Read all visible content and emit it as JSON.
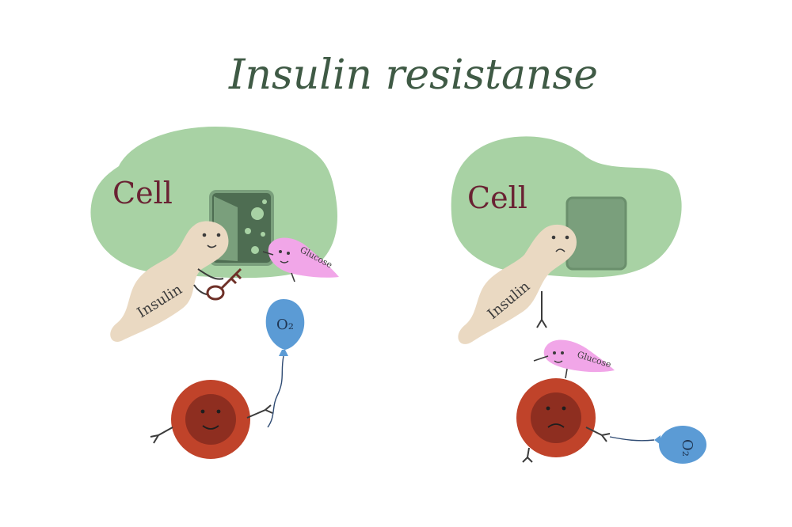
{
  "title": "Insulin resistanse",
  "panels": [
    {
      "cell_label": "Cell",
      "insulin_label": "Insulin",
      "glucose_label": "Glucose",
      "oxygen_label": "O₂",
      "door_state": "open",
      "mood": "happy"
    },
    {
      "cell_label": "Cell",
      "insulin_label": "Insulin",
      "glucose_label": "Glucose",
      "oxygen_label": "O₂",
      "door_state": "closed",
      "mood": "sad"
    }
  ],
  "colors": {
    "title": "#3f5a45",
    "cell": "#a8d2a4",
    "door": "#7a9f7c",
    "door_dark": "#4e6d52",
    "insulin": "#ead9c2",
    "glucose": "#f1a6e8",
    "blood_cell_outer": "#c0432a",
    "blood_cell_inner": "#8e2e20",
    "oxygen_balloon": "#5b9bd5",
    "label_text": "#6a2233",
    "line": "#3b3b3b"
  },
  "icons": [
    "key-icon",
    "oxygen-balloon-icon",
    "red-blood-cell-icon",
    "glucose-icon",
    "door-icon"
  ]
}
